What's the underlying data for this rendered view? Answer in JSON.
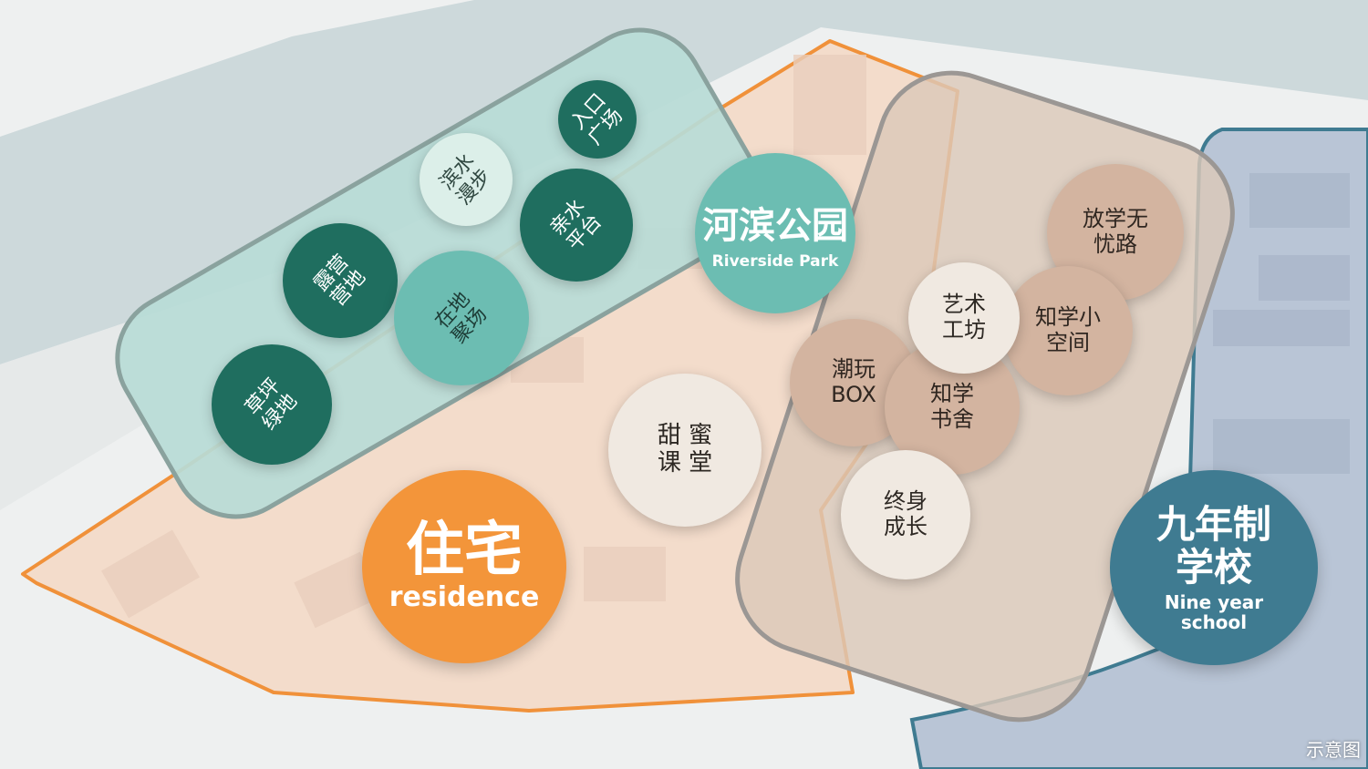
{
  "zones": {
    "riverside_park": {
      "title": "河滨公园",
      "subtitle": "Riverside Park"
    },
    "residence": {
      "title": "住宅",
      "subtitle": "residence"
    },
    "school": {
      "title": "九年制\n学校",
      "subtitle": "Nine year\nschool"
    }
  },
  "park_nodes": [
    {
      "label": "入口\n广场"
    },
    {
      "label": "滨水\n漫步"
    },
    {
      "label": "亲水\n平台"
    },
    {
      "label": "露营\n营地"
    },
    {
      "label": "在地\n聚场"
    },
    {
      "label": "草坪\n绿地"
    }
  ],
  "school_nodes": [
    {
      "label": "放学无\n忧路"
    },
    {
      "label": "艺术\n工坊"
    },
    {
      "label": "知学小\n空间"
    },
    {
      "label": "潮玩\nBOX"
    },
    {
      "label": "知学\n书舍"
    },
    {
      "label": "终身\n成长"
    }
  ],
  "residence_node": {
    "label": "甜  蜜\n课  堂"
  },
  "caption": "示意图",
  "colors": {
    "park_dark": "#1f6e5f",
    "park_mid": "#6cbdb2",
    "residence": "#f3953a",
    "school": "#3f7b91",
    "school_node": "#d3b4a0"
  }
}
